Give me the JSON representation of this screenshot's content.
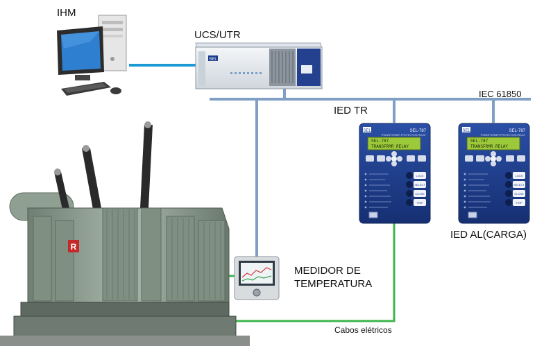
{
  "labels": {
    "ihm": "IHM",
    "ucs_utr": "UCS/UTR",
    "iec_61850": "IEC 61850",
    "ied_tr": "IED TR",
    "ied_al": "IED AL(CARGA)",
    "medidor_line1": "MEDIDOR DE",
    "medidor_line2": "TEMPERATURA",
    "cabos": "Cabos elétricos"
  },
  "device_text": {
    "rtu_brand": "SEL",
    "relay_brand": "SEL",
    "relay_model": "SEL-787",
    "relay_subtitle": "TRANSFORMER PROTECTION RELAY",
    "lcd_line1": "SEL-787",
    "lcd_line2": "TRANSFRMR RELAY",
    "btn_lock": "LOCK",
    "btn_select": "SELECT",
    "btn_close": "CLOSE",
    "btn_trip": "TRIP",
    "transformer_logo": "R"
  },
  "colors": {
    "network_bus": "#7f9fc4",
    "ethernet_ihm": "#1b9ad6",
    "electrical_cable": "#3cb54a",
    "relay_body": "#1d3d8f",
    "lcd_green": "#9cc93a",
    "transformer_body": "#8a9a8d"
  }
}
